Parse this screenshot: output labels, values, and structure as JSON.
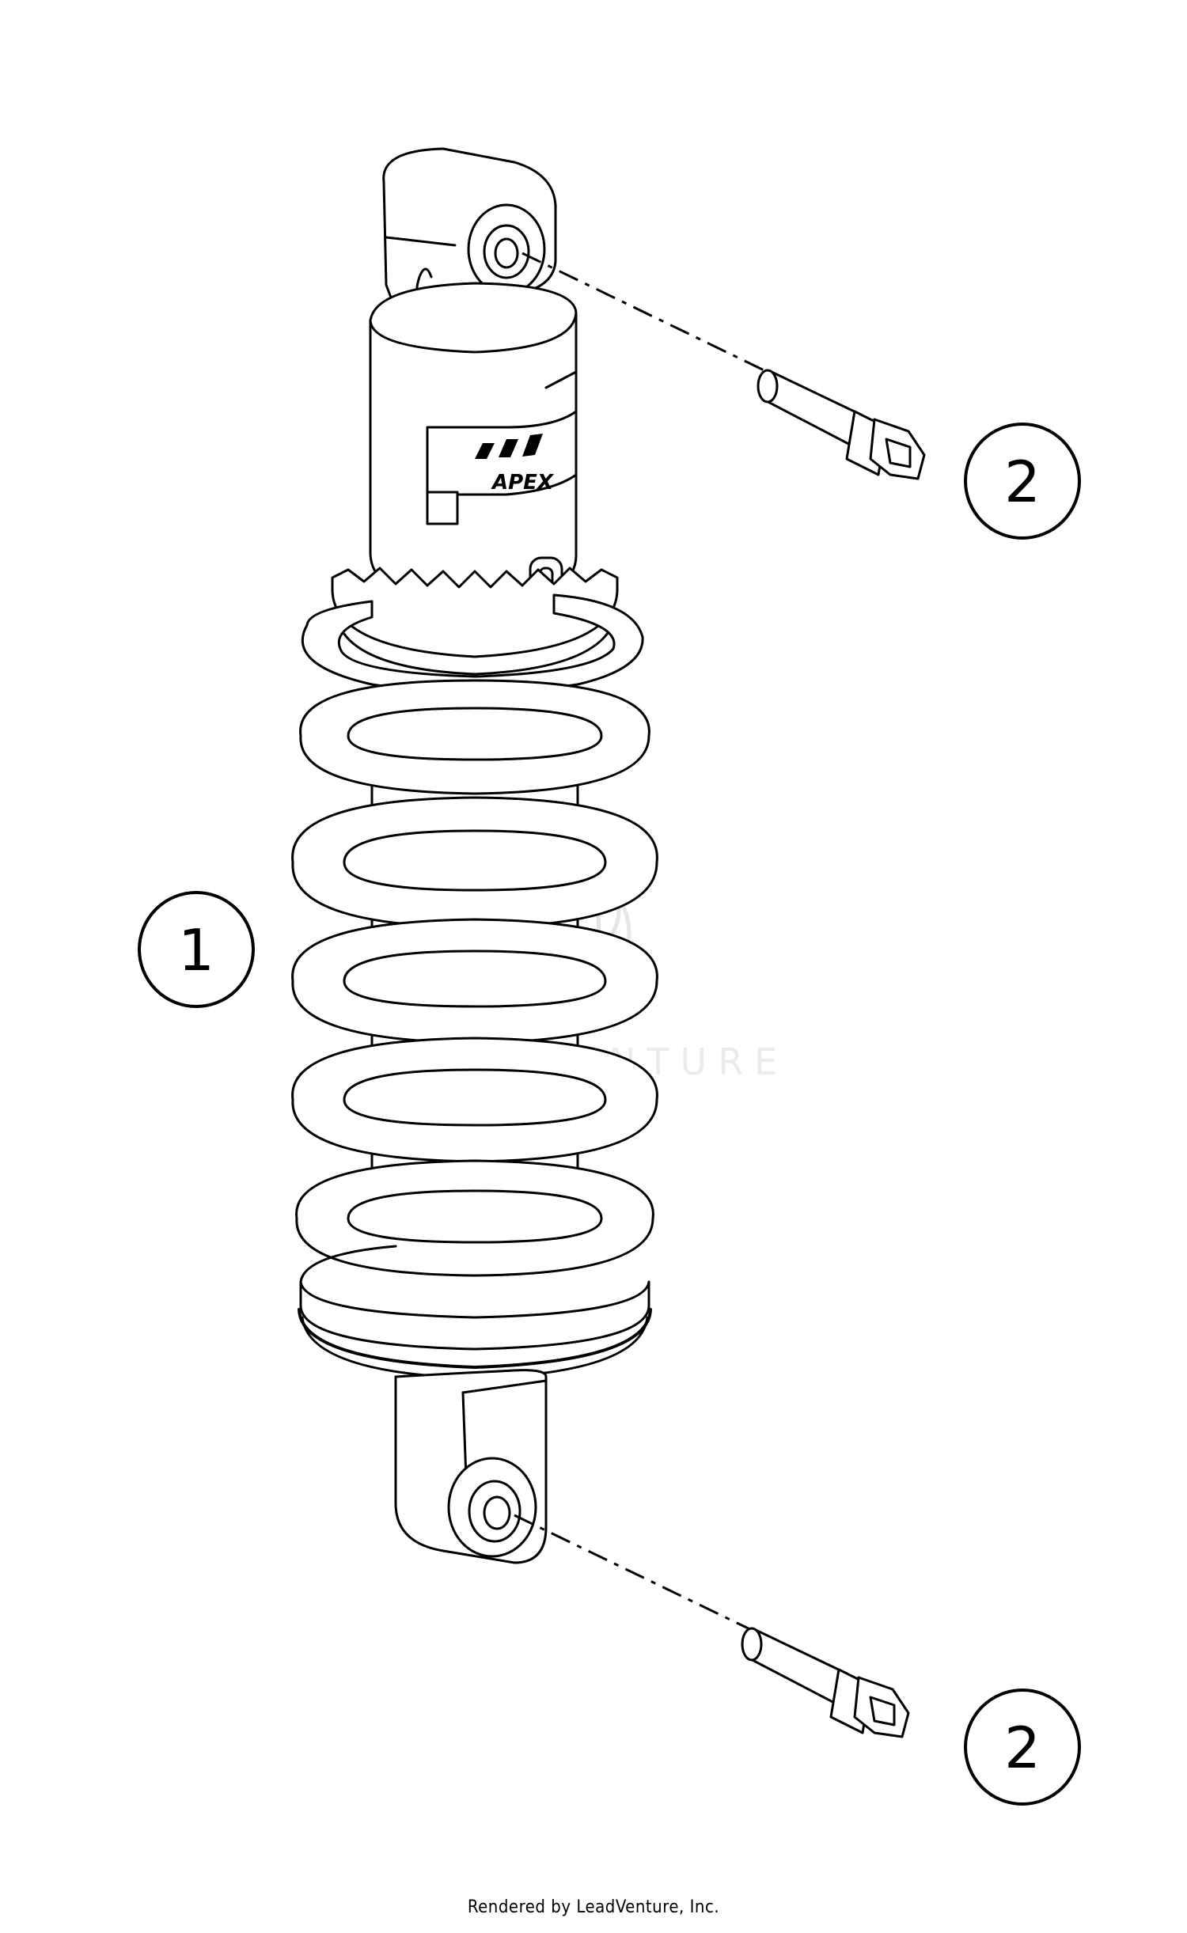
{
  "callouts": [
    {
      "id": "shock-absorber",
      "label": "1"
    },
    {
      "id": "screw-top",
      "label": "2"
    },
    {
      "id": "screw-bottom",
      "label": "2"
    }
  ],
  "shock": {
    "brand_label": "APEX"
  },
  "watermark": {
    "text": "LEADVENTURE"
  },
  "footer": {
    "text": "Rendered by LeadVenture, Inc."
  },
  "colors": {
    "line": "#000000",
    "background": "#ffffff",
    "watermark": "#cfcfcf"
  }
}
